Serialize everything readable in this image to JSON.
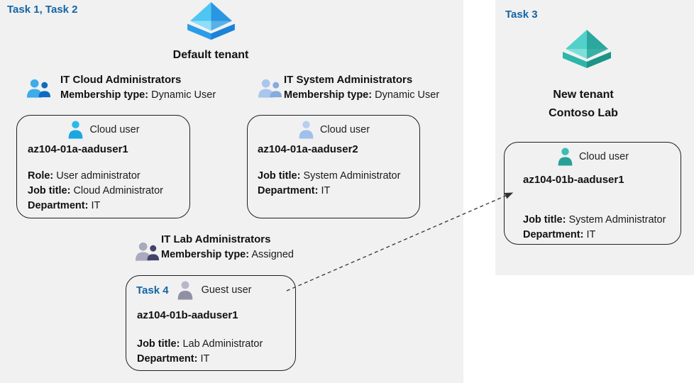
{
  "tasks": {
    "task_1_2": "Task 1, Task 2",
    "task_3": "Task 3",
    "task_4": "Task 4"
  },
  "default_tenant": {
    "title": "Default tenant"
  },
  "new_tenant": {
    "title_line1": "New tenant",
    "title_line2": "Contoso Lab"
  },
  "groups": {
    "cloud": {
      "name": "IT Cloud Administrators",
      "membership_label": "Membership type:",
      "membership_value": "Dynamic User"
    },
    "system": {
      "name": "IT System Administrators",
      "membership_label": "Membership type:",
      "membership_value": "Dynamic User"
    },
    "lab": {
      "name": "IT Lab Administrators",
      "membership_label": "Membership type:",
      "membership_value": "Assigned"
    }
  },
  "users": {
    "aaduser1": {
      "type": "Cloud user",
      "name": "az104-01a-aaduser1",
      "role_label": "Role:",
      "role": "User administrator",
      "job_label": "Job title:",
      "job": "Cloud Administrator",
      "dept_label": "Department:",
      "dept": "IT"
    },
    "aaduser2": {
      "type": "Cloud user",
      "name": "az104-01a-aaduser2",
      "job_label": "Job title:",
      "job": "System Administrator",
      "dept_label": "Department:",
      "dept": "IT"
    },
    "guest": {
      "type": "Guest user",
      "name": "az104-01b-aaduser1",
      "job_label": "Job title:",
      "job": "Lab Administrator",
      "dept_label": "Department:",
      "dept": "IT"
    },
    "new_cloud": {
      "type": "Cloud user",
      "name": "az104-01b-aaduser1",
      "job_label": "Job title:",
      "job": "System Administrator",
      "dept_label": "Department:",
      "dept": "IT"
    }
  },
  "icons": {
    "default_tenant": "azure-ad-tenant-pyramid-blue",
    "new_tenant": "azure-ad-tenant-pyramid-teal",
    "group_cloud": "two-users-blue",
    "group_system": "two-users-lightblue",
    "group_lab": "two-users-gray",
    "user_cloud1": "person-cyan",
    "user_cloud2": "person-lightblue",
    "user_guest": "person-gray",
    "user_new": "person-teal",
    "link": "dashed-arrow"
  },
  "colors": {
    "panel": "#f1f1f1",
    "task_label": "#1464a4",
    "card_border": "#1f1f1f",
    "tenant_blue": "#2b9ce8",
    "tenant_teal": "#2fb5aa",
    "arrow": "#333333"
  }
}
